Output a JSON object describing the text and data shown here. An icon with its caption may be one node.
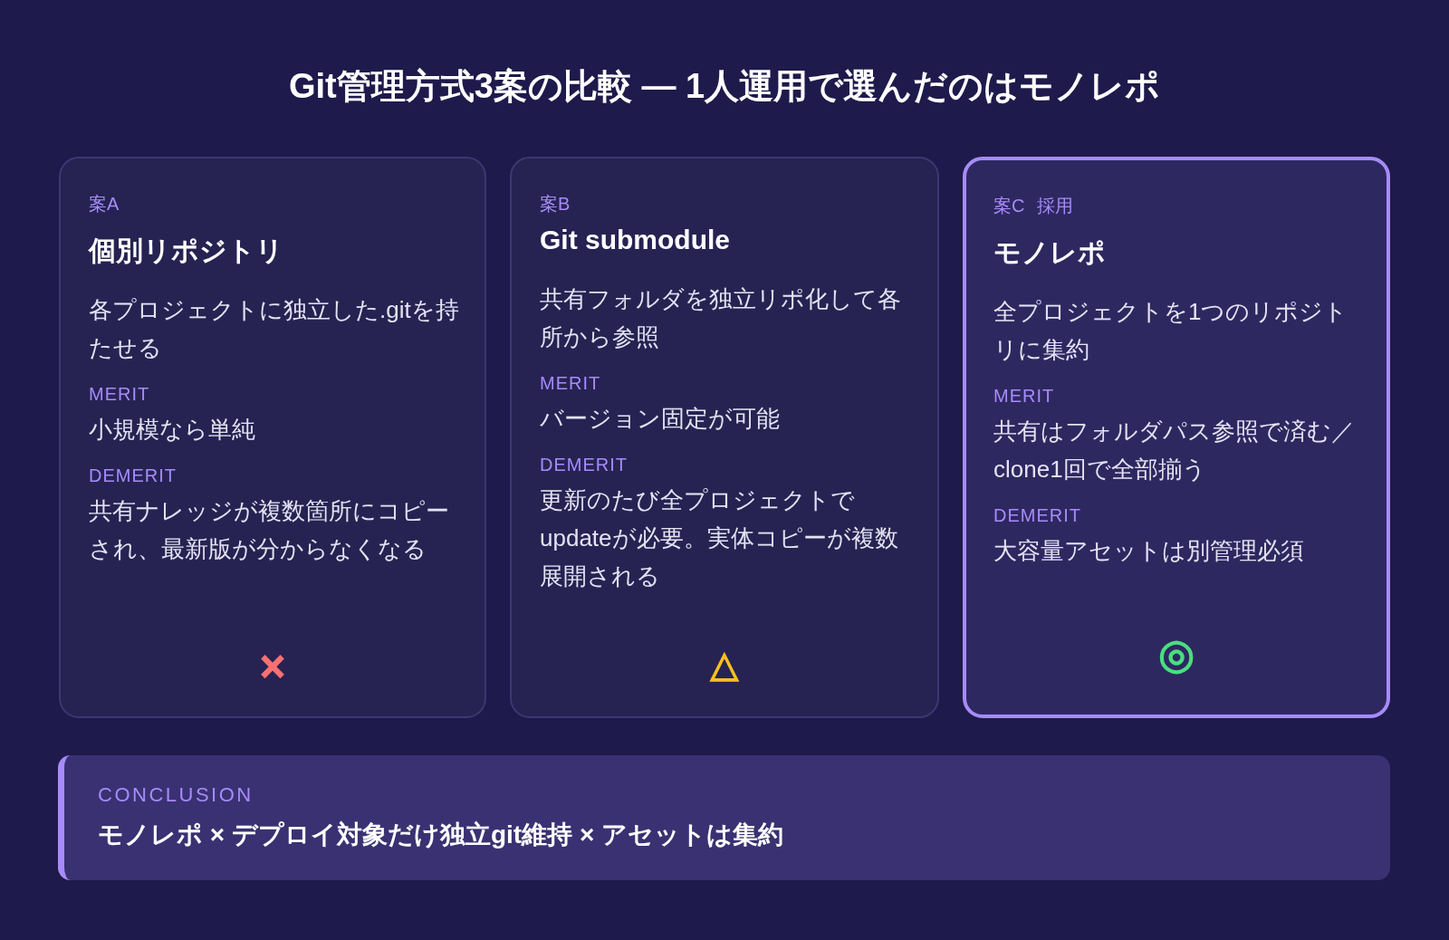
{
  "diagram": {
    "title": "Git管理方式3案の比較 — 1人運用で選んだのはモノレポ",
    "nodes": [
      {
        "text": [
          "案A",
          "個別リポジトリ",
          "各プロジェクトに独立した.gitを持たせる",
          "MERIT",
          "小規模なら単純",
          "DEMERIT",
          "共有ナレッジが複数箇所にコピーされ、最新版が分からなくなる",
          "×"
        ]
      },
      {
        "text": [
          "案B",
          "Git submodule",
          "共有フォルダを独立リポ化して各所から参照",
          "MERIT",
          "バージョン固定が可能",
          "DEMERIT",
          "更新のたび全プロジェクトでupdateが必要。実体コピーが複数展開される",
          "△"
        ]
      },
      {
        "text": [
          "案C 採用",
          "モノレポ",
          "全プロジェクトを1つのリポジトリに集約",
          "MERIT",
          "共有はフォルダパス参照で済む／clone1回で全部揃う",
          "DEMERIT",
          "大容量アセットは別管理必須",
          "◎"
        ]
      },
      {
        "text": [
          "CONCLUSION",
          "モノレポ × デプロイ対象だけ独立git維持 × アセットは集約"
        ]
      }
    ]
  }
}
